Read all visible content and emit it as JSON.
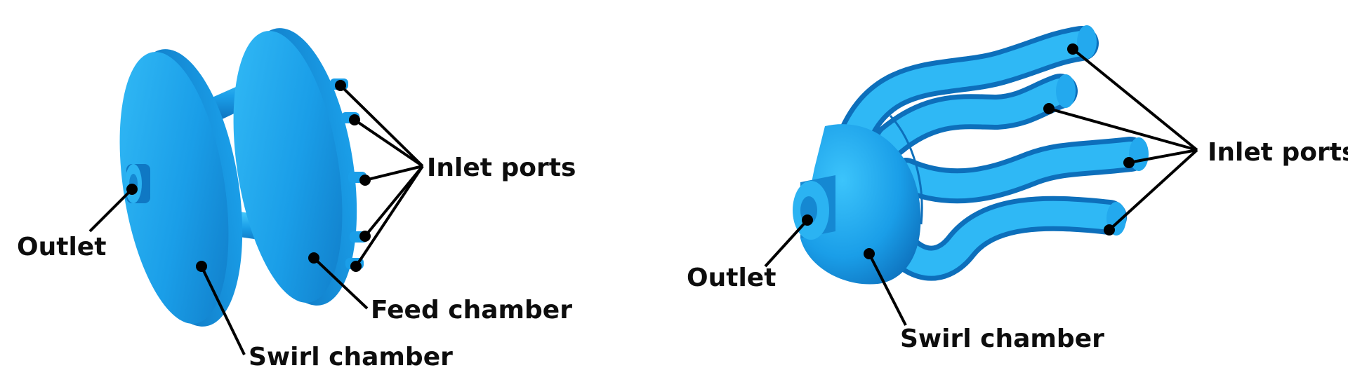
{
  "colors": {
    "body": "#1a9ee8",
    "body_light": "#3ec5fb",
    "body_dark": "#0c6fba",
    "leader": "#000000",
    "background": "#ffffff"
  },
  "left_figure": {
    "labels": {
      "inlet_ports": "Inlet ports",
      "outlet": "Outlet",
      "feed_chamber": "Feed chamber",
      "swirl_chamber": "Swirl chamber"
    }
  },
  "right_figure": {
    "labels": {
      "inlet_ports": "Inlet ports",
      "outlet": "Outlet",
      "swirl_chamber": "Swirl chamber"
    }
  }
}
